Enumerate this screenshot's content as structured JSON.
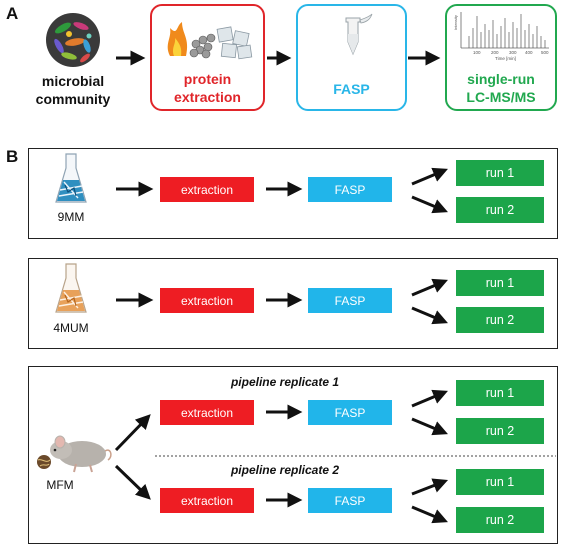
{
  "panel_a": {
    "letter": "A",
    "stages": [
      {
        "line1": "microbial",
        "line2": "community",
        "color": "#111111"
      },
      {
        "line1": "protein",
        "line2": "extraction",
        "color": "#e0252a"
      },
      {
        "line1": "FASP",
        "line2": "",
        "color": "#29b6e8"
      },
      {
        "line1": "single-run",
        "line2": "LC-MS/MS",
        "color": "#21a84f"
      }
    ],
    "box_colors": {
      "extraction": "#e0252a",
      "fasp": "#29b6e8",
      "lcms": "#21a84f"
    },
    "spectrum": {
      "ylabel": "Intensity",
      "xlabel": "Time [min]",
      "ticks": [
        "100",
        "200",
        "300",
        "400",
        "500"
      ]
    }
  },
  "panel_b": {
    "letter": "B",
    "extraction_label": "extraction",
    "fasp_label": "FASP",
    "run1_label": "run 1",
    "run2_label": "run 2",
    "samples": [
      "9MM",
      "4MUM",
      "MFM"
    ],
    "replicates": [
      "pipeline replicate 1",
      "pipeline replicate 2"
    ]
  },
  "colors": {
    "red": "#ee1d23",
    "blue": "#21b5ea",
    "green": "#1ca54a"
  }
}
